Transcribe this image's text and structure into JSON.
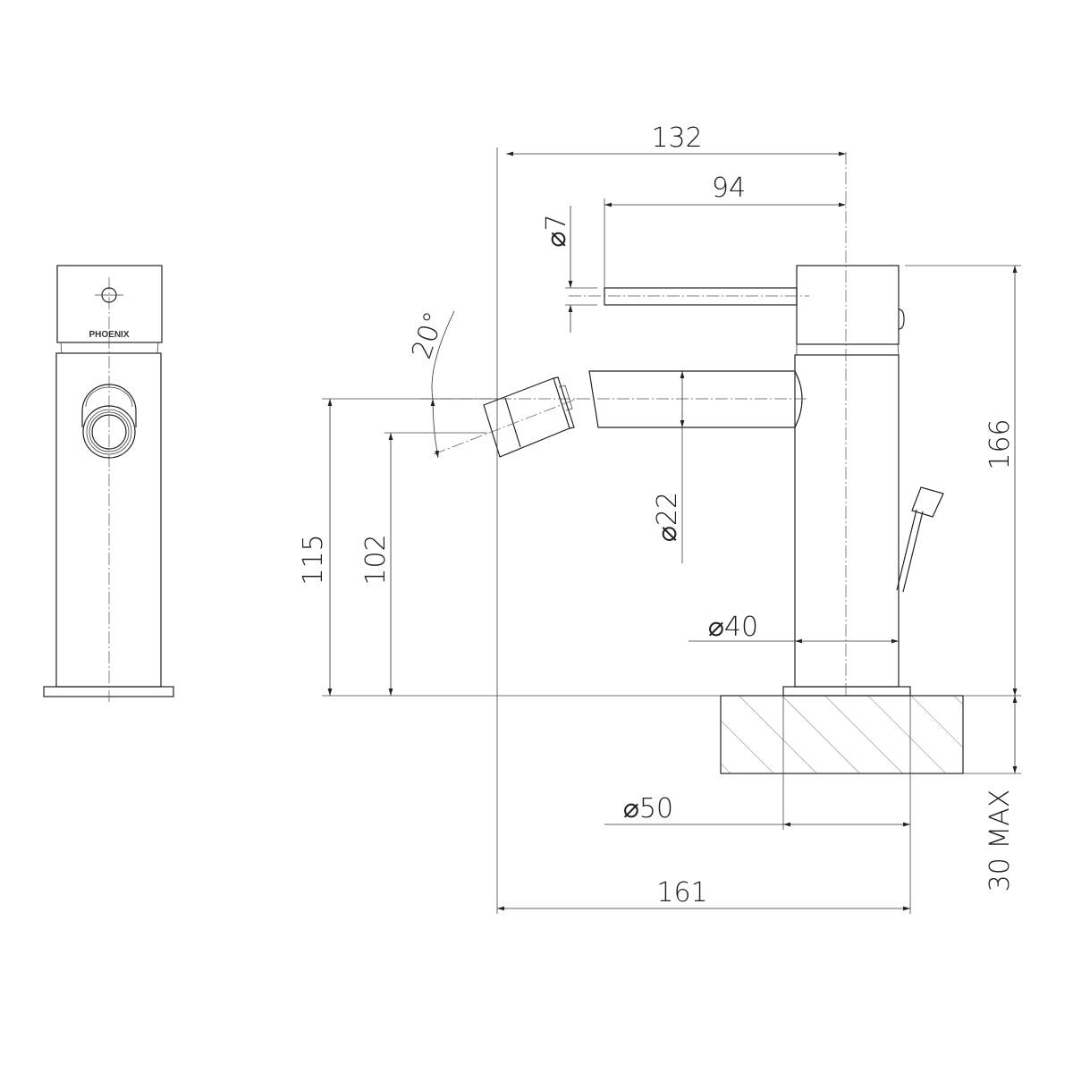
{
  "brand_logo": "PHOENIX",
  "dimensions": {
    "overall_reach": "132",
    "lever_length": "94",
    "lever_diameter": "⌀7",
    "spout_angle": "20°",
    "spout_height": "115",
    "outlet_height": "102",
    "spout_diameter": "⌀22",
    "body_diameter": "⌀40",
    "total_height": "166",
    "max_mount_thickness": "30 MAX",
    "base_diameter": "⌀50",
    "overall_length": "161"
  }
}
